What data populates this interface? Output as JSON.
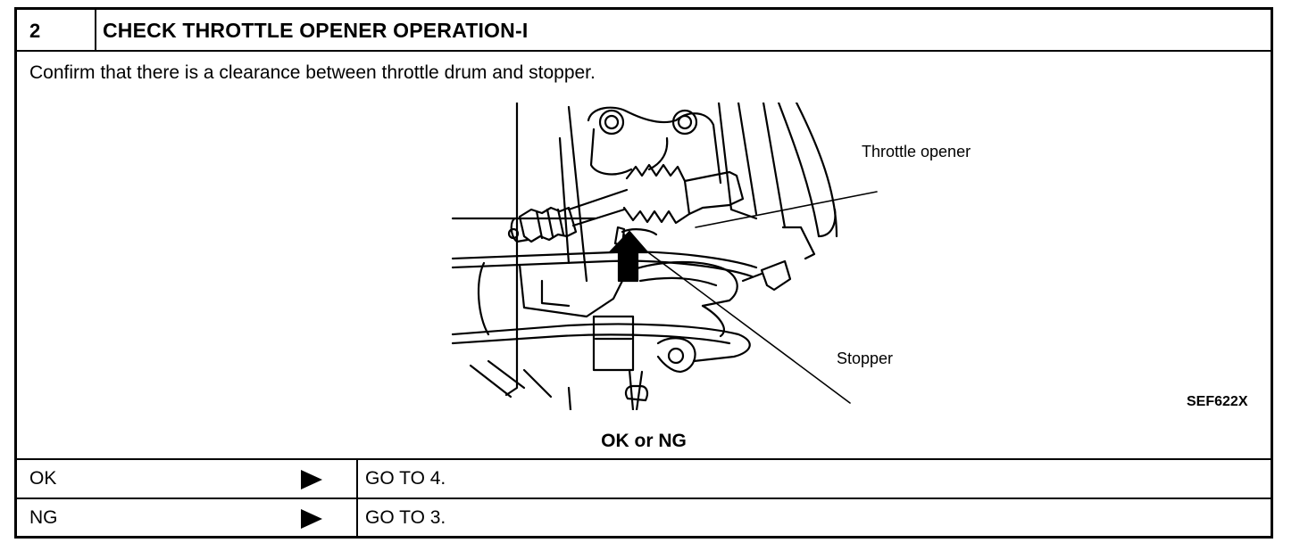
{
  "step": {
    "number": "2",
    "title": "CHECK THROTTLE OPENER OPERATION-I"
  },
  "instruction": "Confirm that there is a clearance between throttle drum and stopper.",
  "figure": {
    "labels": {
      "throttle_opener": "Throttle opener",
      "stopper": "Stopper"
    },
    "code": "SEF622X"
  },
  "result_prompt": "OK or NG",
  "results": [
    {
      "condition": "OK",
      "action": "GO TO 4."
    },
    {
      "condition": "NG",
      "action": "GO TO 3."
    }
  ]
}
